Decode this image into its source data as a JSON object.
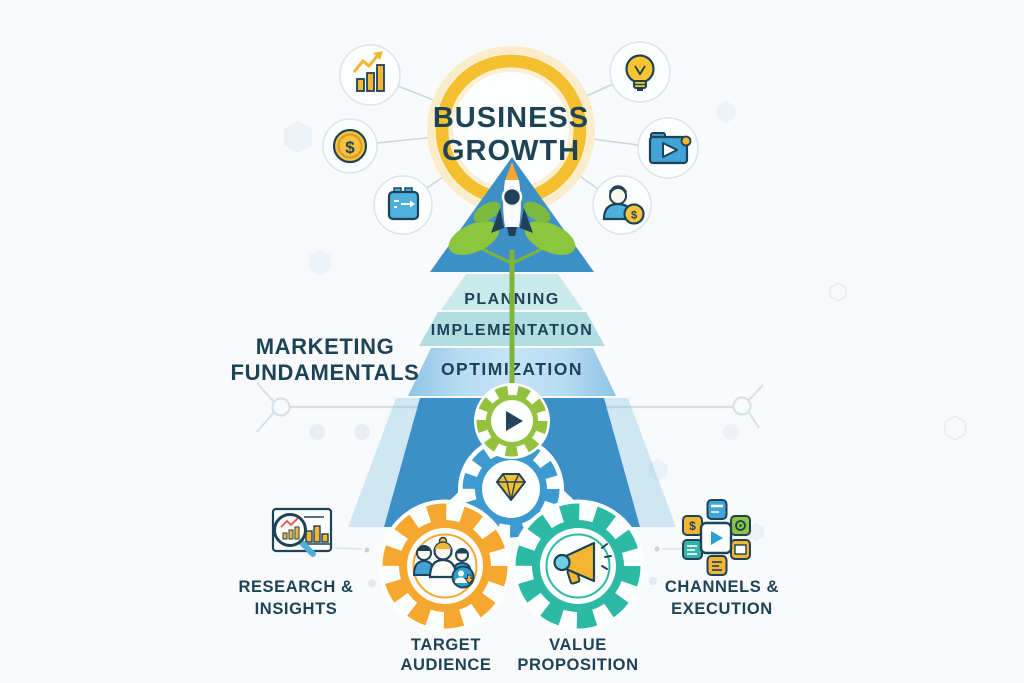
{
  "title": {
    "line1": "BUSINESS",
    "line2": "GROWTH"
  },
  "heading": {
    "line1": "MARKETING",
    "line2": "FUNDAMENTALS"
  },
  "stages": {
    "planning": "PLANNING",
    "implementation": "IMPLEMENTATION",
    "optimization": "OPTIMIZATION"
  },
  "pillars": {
    "research": {
      "line1": "RESEARCH &",
      "line2": "INSIGHTS"
    },
    "target_audience": {
      "line1": "TARGET",
      "line2": "AUDIENCE"
    },
    "value_proposition": {
      "line1": "VALUE",
      "line2": "PROPOSITION"
    },
    "channels": {
      "line1": "CHANNELS &",
      "line2": "EXECUTION"
    }
  },
  "symbols": {
    "dollar": "$"
  },
  "icons": {
    "top_left": "growth-chart-icon",
    "left": "dollar-coin-icon",
    "bottom_left": "planner-icon",
    "top_right": "lightbulb-icon",
    "right": "video-folder-icon",
    "bottom_right": "customer-value-icon",
    "center_arrow": "rocket-plant-icon",
    "gear_1": "play-icon",
    "gear_2": "diamond-icon",
    "gear_3": "audience-icon",
    "gear_4": "megaphone-icon",
    "pillar_left": "research-magnifier-icon",
    "pillar_right": "channels-grid-icon"
  },
  "colors": {
    "navy": "#1d4357",
    "ring_yellow": "#f5c02f",
    "arrow_blue": "#3d8fc7",
    "gear_green": "#94c23e",
    "gear_blue": "#3d9ad1",
    "gear_orange": "#f5a72e",
    "gear_teal": "#2cb9a6",
    "band_teal_1": "#c9e9ea",
    "band_teal_2": "#b2dee3",
    "band_blue": "#a6d2ee"
  }
}
